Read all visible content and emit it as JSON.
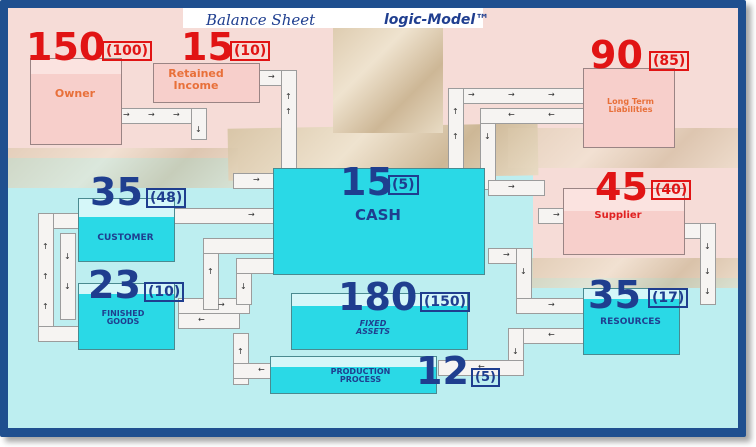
{
  "header": {
    "balance_sheet": "Balance Sheet",
    "logic_model": "logic-Model™"
  },
  "accounts": {
    "owner": {
      "label": "Owner",
      "value": "150",
      "previous": "(100)"
    },
    "retained_income": {
      "label": "Retained Income",
      "value": "15",
      "previous": "(10)"
    },
    "long_term_liabilities": {
      "label": "Long Term Liabilities",
      "value": "90",
      "previous": "(85)"
    },
    "supplier": {
      "label": "Supplier",
      "value": "45",
      "previous": "(40)"
    },
    "cash": {
      "label": "CASH",
      "value": "15",
      "previous": "(5)"
    },
    "customer": {
      "label": "CUSTOMER",
      "value": "35",
      "previous": "(48)"
    },
    "finished_goods": {
      "label": "FINISHED GOODS",
      "value": "23",
      "previous": "(10)"
    },
    "fixed_assets": {
      "label": "FIXED ASSETS",
      "value": "180",
      "previous": "(150)"
    },
    "resources": {
      "label": "RESOURCES",
      "value": "35",
      "previous": "(17)"
    },
    "production_process": {
      "label": "PRODUCTION PROCESS",
      "value": "12",
      "previous": "(5)"
    }
  },
  "colors": {
    "frame": "#1f4f8f",
    "liability_zone": "#f6dcd7",
    "asset_zone": "#bdeef0",
    "asset_box": "#2ad9e6",
    "liability_box": "#f7cfcb",
    "red_value": "#e11414",
    "blue_value": "#1f3e8f"
  },
  "icons": [
    "arrow-right-icon",
    "arrow-left-icon",
    "arrow-up-icon",
    "arrow-down-icon"
  ]
}
